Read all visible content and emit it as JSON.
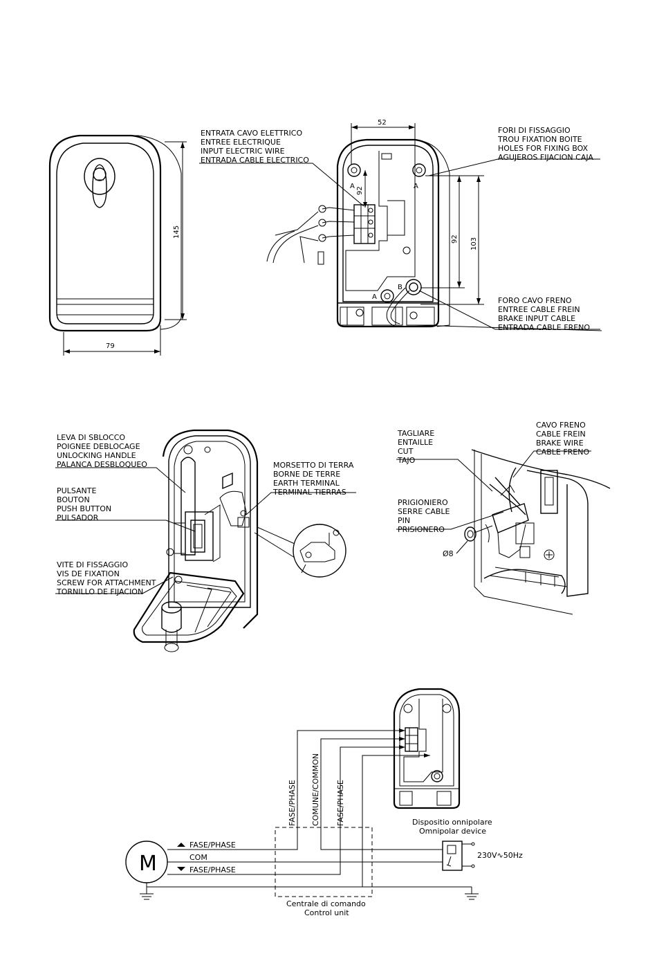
{
  "dimensions": {
    "height_front": "145",
    "width_front": "79",
    "top_width": "52",
    "hole_a": "92",
    "hole_b": "92",
    "hole_total": "103",
    "pin_diameter": "Ø8"
  },
  "labels": {
    "input_wire": [
      "ENTRATA CAVO ELETTRICO",
      "ENTREE ELECTRIQUE",
      "INPUT ELECTRIC WIRE",
      "ENTRADA CABLE ELECTRICO"
    ],
    "fixing_holes": [
      "FORI DI FISSAGGIO",
      "TROU FIXATION BOITE",
      "HOLES FOR FIXING BOX",
      "AGUJEROS FIJACION CAJA"
    ],
    "brake_input": [
      "FORO CAVO FRENO",
      "ENTREE CABLE FREIN",
      "BRAKE INPUT CABLE",
      "ENTRADA CABLE FRENO"
    ],
    "unlock_handle": [
      "LEVA DI SBLOCCO",
      "POIGNEE DEBLOCAGE",
      "UNLOCKING HANDLE",
      "PALANCA DESBLOQUEO"
    ],
    "push_button": [
      "PULSANTE",
      "BOUTON",
      "PUSH BUTTON",
      "PULSADOR"
    ],
    "fix_screw": [
      "VITE DI FISSAGGIO",
      "VIS DE FIXATION",
      "SCREW FOR ATTACHMENT",
      "TORNILLO DE FIJACION"
    ],
    "earth_terminal": [
      "MORSETTO DI TERRA",
      "BORNE DE TERRE",
      "EARTH TERMINAL",
      "TERMINAL TIERRAS"
    ],
    "cut": [
      "TAGLIARE",
      "ENTAILLE",
      "CUT",
      "TAJO"
    ],
    "brake_wire": [
      "CAVO FRENO",
      "CABLE FREIN",
      "BRAKE WIRE",
      "CABLE FRENO"
    ],
    "pin": [
      "PRIGIONIERO",
      "SERRE CABLE",
      "PIN",
      "PRISIONERO"
    ],
    "hole_a_mark": "A",
    "hole_b_mark": "B"
  },
  "wiring": {
    "motor": "M",
    "line_up": "FASE/PHASE",
    "line_com": "COM",
    "line_down": "FASE/PHASE",
    "vert_phase_left": "FASE/PHASE",
    "vert_common": "COMUNE/COMMON",
    "vert_phase_right": "FASE/PHASE",
    "device_it": "Dispositio onnipolare",
    "device_en": "Omnipolar device",
    "supply": "230V∿50Hz",
    "control_it": "Centrale di comando",
    "control_en": "Control unit"
  }
}
